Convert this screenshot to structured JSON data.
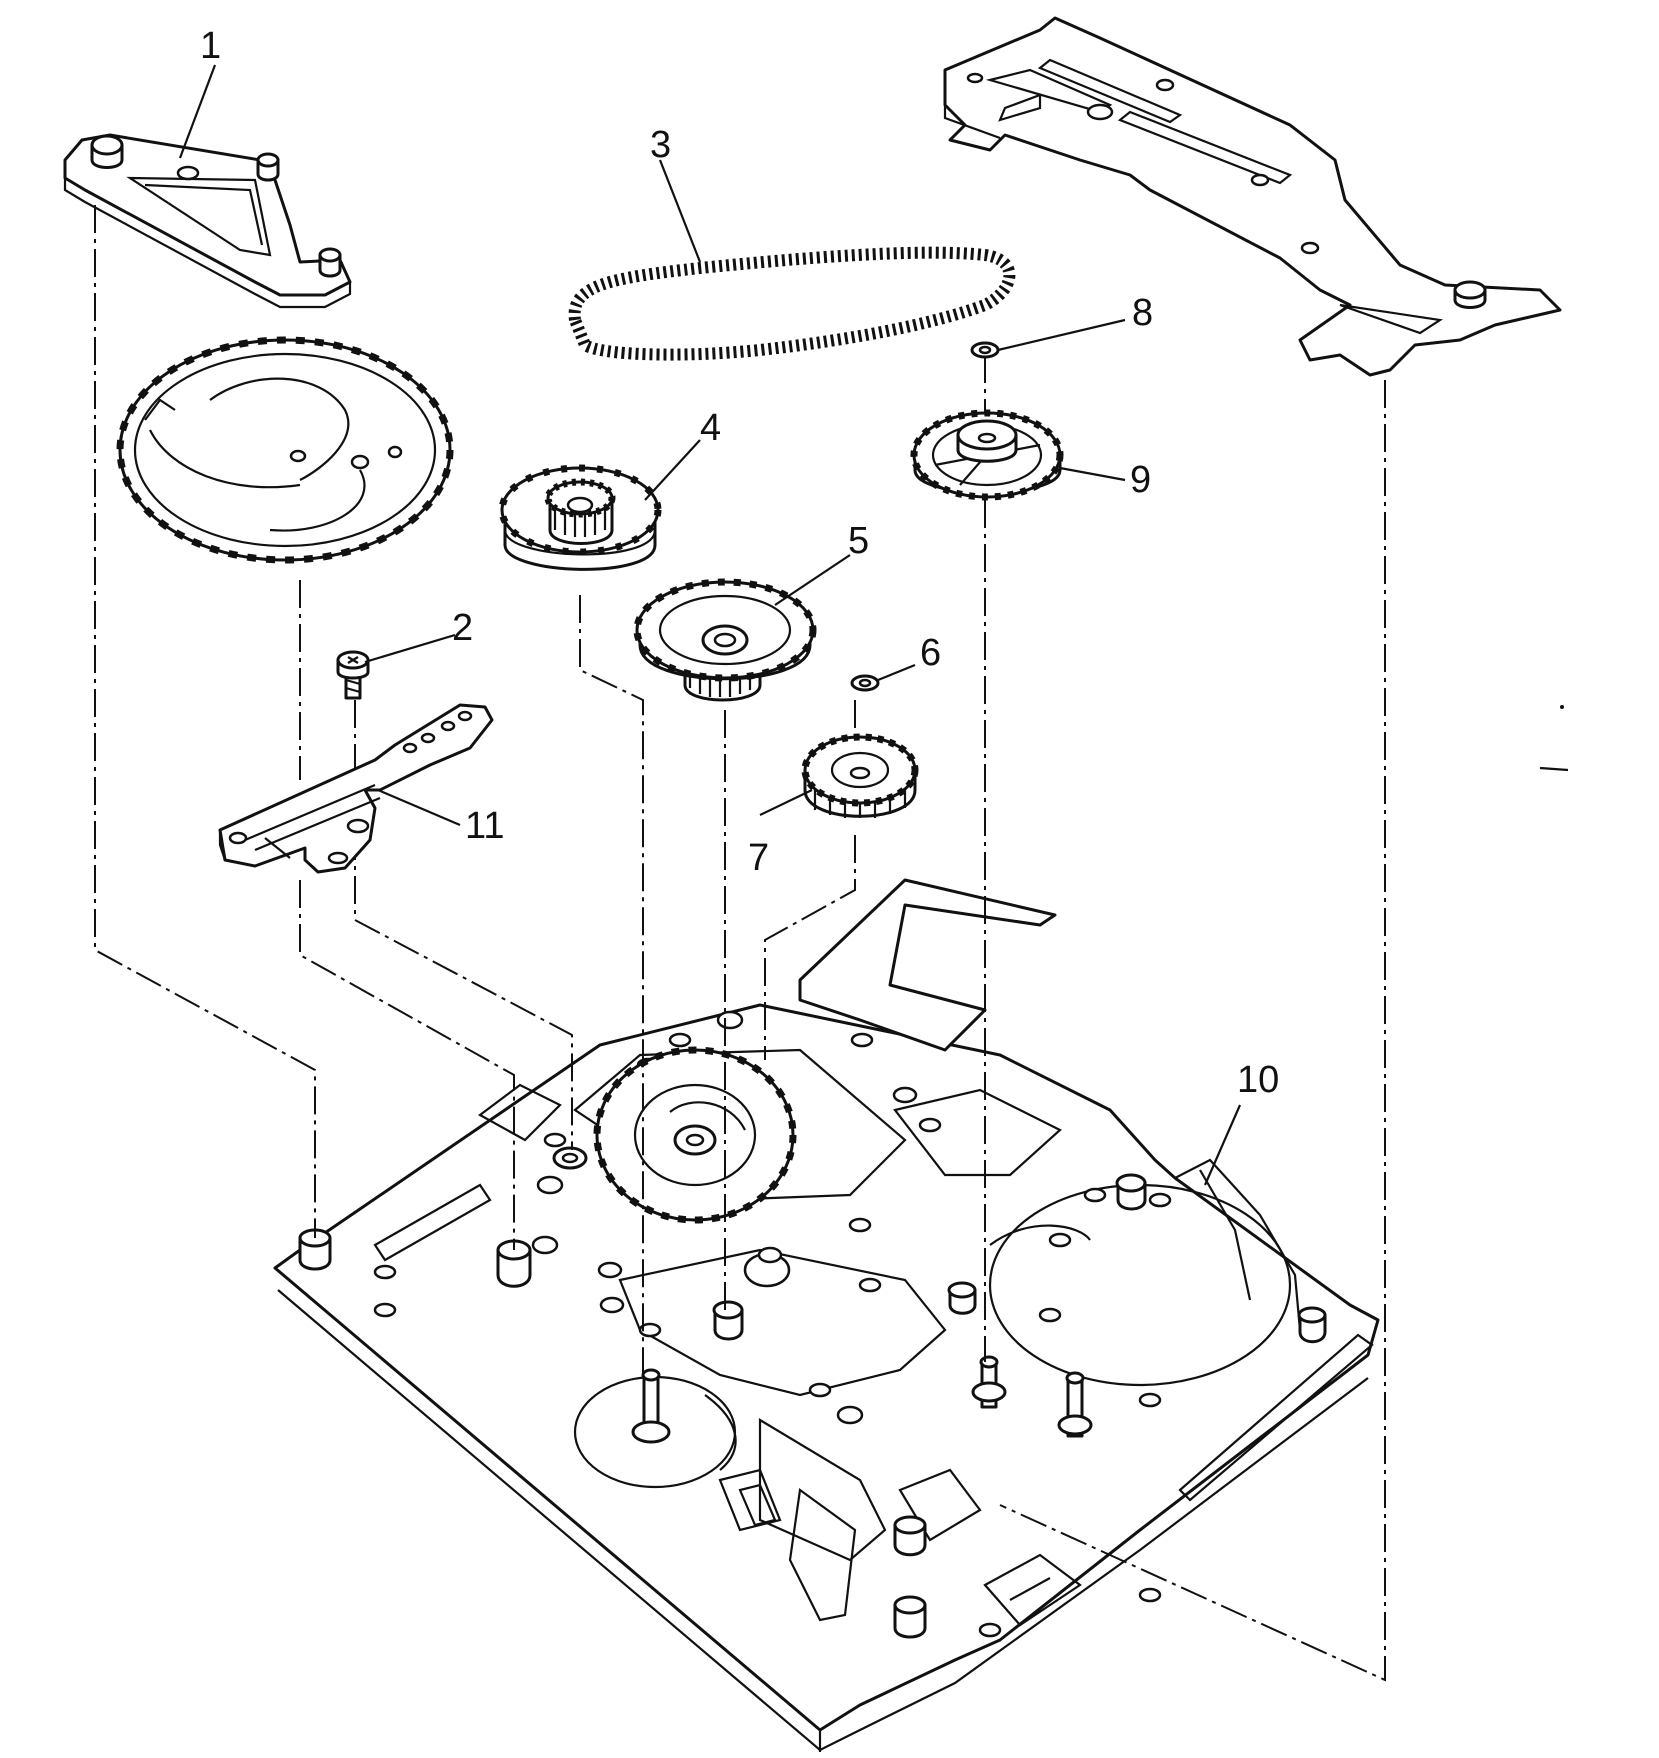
{
  "labels": [
    {
      "id": "1",
      "text": "1"
    },
    {
      "id": "2",
      "text": "2"
    },
    {
      "id": "3",
      "text": "3"
    },
    {
      "id": "4",
      "text": "4"
    },
    {
      "id": "5",
      "text": "5"
    },
    {
      "id": "6",
      "text": "6"
    },
    {
      "id": "7",
      "text": "7"
    },
    {
      "id": "8",
      "text": "8"
    },
    {
      "id": "9",
      "text": "9"
    },
    {
      "id": "10",
      "text": "10"
    },
    {
      "id": "11",
      "text": "11"
    }
  ]
}
